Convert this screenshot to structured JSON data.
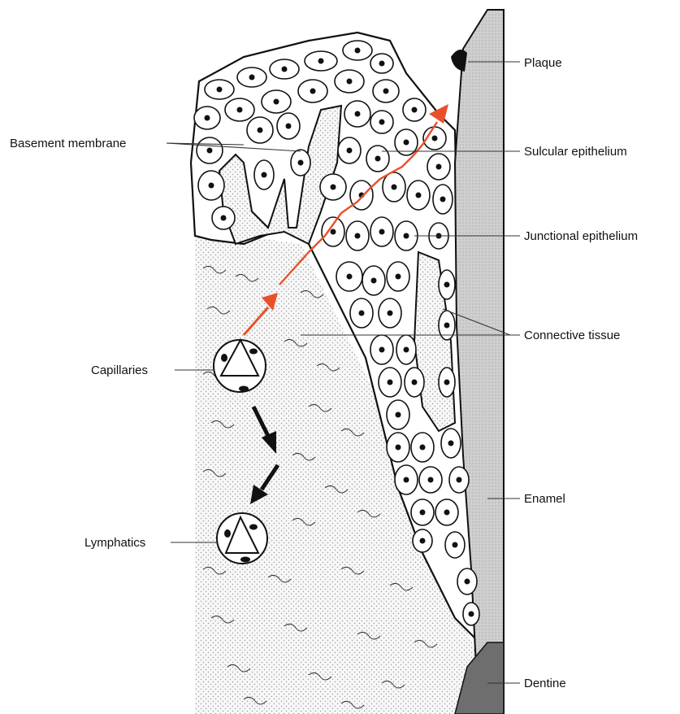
{
  "labels": {
    "plaque": "Plaque",
    "basement_membrane": "Basement membrane",
    "sulcular_epithelium": "Sulcular epithelium",
    "junctional_epithelium": "Junctional epithelium",
    "connective_tissue": "Connective tissue",
    "capillaries": "Capillaries",
    "enamel": "Enamel",
    "lymphatics": "Lymphatics",
    "dentine": "Dentine"
  },
  "colors": {
    "red_arrow": "#e8502a",
    "enamel": "#c4c4c4",
    "dentine": "#6e6e6e",
    "outline": "#111111"
  }
}
